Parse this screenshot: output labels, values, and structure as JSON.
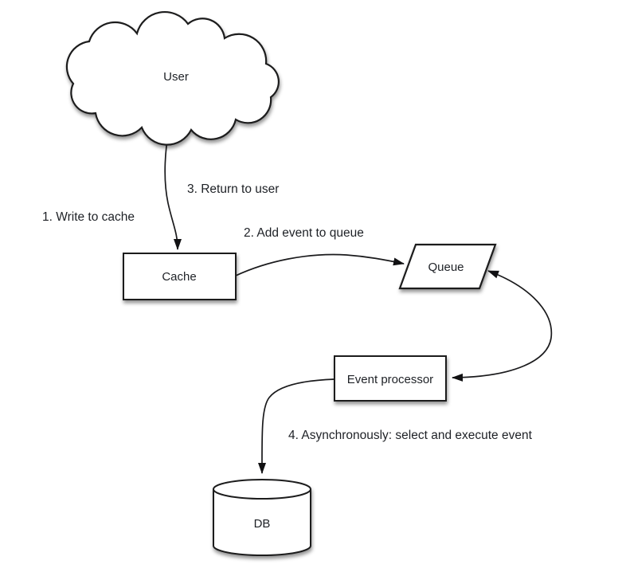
{
  "diagram": {
    "description": "Write-behind cache architecture flow diagram",
    "colors": {
      "background": "#ffffff",
      "shape_fill": "#ffffff",
      "stroke": "#1d1d1f",
      "text": "#1e2126",
      "shadow": "rgba(0,0,0,0.42)"
    },
    "nodes": {
      "user": {
        "label": "User",
        "shape": "cloud"
      },
      "cache": {
        "label": "Cache",
        "shape": "rectangle"
      },
      "queue": {
        "label": "Queue",
        "shape": "parallelogram"
      },
      "event_processor": {
        "label": "Event processor",
        "shape": "rectangle"
      },
      "db": {
        "label": "DB",
        "shape": "cylinder"
      }
    },
    "steps": [
      {
        "label": "1. Write to cache"
      },
      {
        "label": "2. Add event to queue"
      },
      {
        "label": "3. Return to user"
      },
      {
        "label": "4. Asynchronously: select and execute event"
      }
    ],
    "edges": [
      {
        "from": "user",
        "to": "cache",
        "arrow": "one-way"
      },
      {
        "from": "cache",
        "to": "queue",
        "arrow": "one-way"
      },
      {
        "from": "queue",
        "to": "event_processor",
        "arrow": "two-way"
      },
      {
        "from": "event_processor",
        "to": "db",
        "arrow": "one-way"
      }
    ]
  }
}
